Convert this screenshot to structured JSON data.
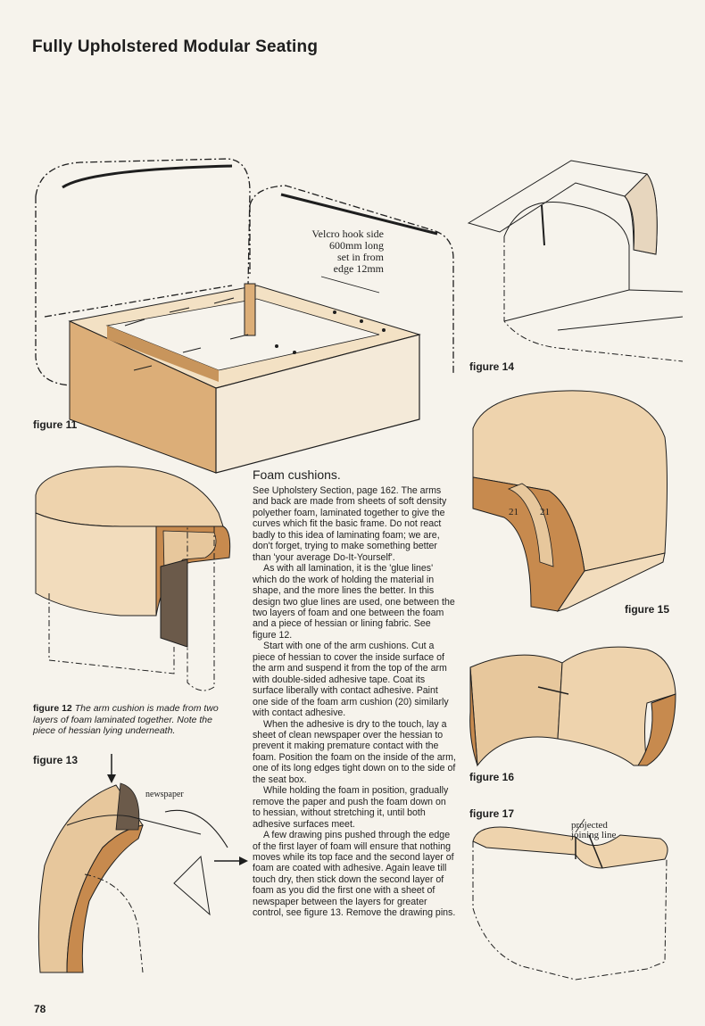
{
  "page": {
    "title": "Fully Upholstered Modular Seating",
    "page_number": "78"
  },
  "figures": {
    "fig11": {
      "label": "figure 11",
      "note": [
        "Velcro hook side",
        "600mm long",
        "set in from",
        "edge 12mm"
      ]
    },
    "fig12": {
      "label": "figure 12",
      "caption": "The arm cushion is made from two layers of foam laminated together. Note the piece of hessian lying underneath."
    },
    "fig13": {
      "label": "figure 13",
      "note": "newspaper"
    },
    "fig14": {
      "label": "figure 14"
    },
    "fig15": {
      "label": "figure 15",
      "marks": [
        "21",
        "21"
      ]
    },
    "fig16": {
      "label": "figure 16"
    },
    "fig17": {
      "label": "figure 17",
      "note": [
        "projected",
        "joining line"
      ]
    }
  },
  "article": {
    "heading": "Foam cushions.",
    "paragraphs": [
      "See Upholstery Section, page 162. The arms and back are made from sheets of soft density polyether foam, laminated together to give the curves which fit the basic frame. Do not react badly to this idea of laminating foam; we are, don't forget, trying to make something better than 'your average Do-It-Yourself'.",
      "As with all lamination, it is the 'glue lines' which do the work of holding the material in shape, and the more lines the better. In this design two glue lines are used, one between the two layers of foam and one between the foam and a piece of hessian or lining fabric. See figure 12.",
      "Start with one of the arm cushions. Cut a piece of hessian to cover the inside surface of the arm and suspend it from the top of the arm with double-sided adhesive tape. Coat its surface liberally with contact adhesive. Paint one side of the foam arm cushion (20) similarly with contact adhesive.",
      "When the adhesive is dry to the touch, lay a sheet of clean newspaper over the hessian to prevent it making premature contact with the foam. Position the foam on the inside of the arm, one of its long edges tight down on to the side of the seat box.",
      "While holding the foam in position, gradually remove the paper and push the foam down on to hessian, without stretching it, until both adhesive surfaces meet.",
      "A few drawing pins pushed through the edge of the first layer of foam will ensure that nothing moves while its top face and the second layer of foam are coated with adhesive. Again leave till touch dry, then stick down the second layer of foam as you did the first one with a sheet of newspaper between the layers for greater control, see figure 13. Remove the drawing pins."
    ]
  },
  "colors": {
    "foam": "#e7c79c",
    "foam_edge": "#c78a4e",
    "wood": "#dcae78",
    "hessian": "#6b5a4a",
    "ink": "#1e1e1e",
    "paper": "#f6f3ec"
  }
}
